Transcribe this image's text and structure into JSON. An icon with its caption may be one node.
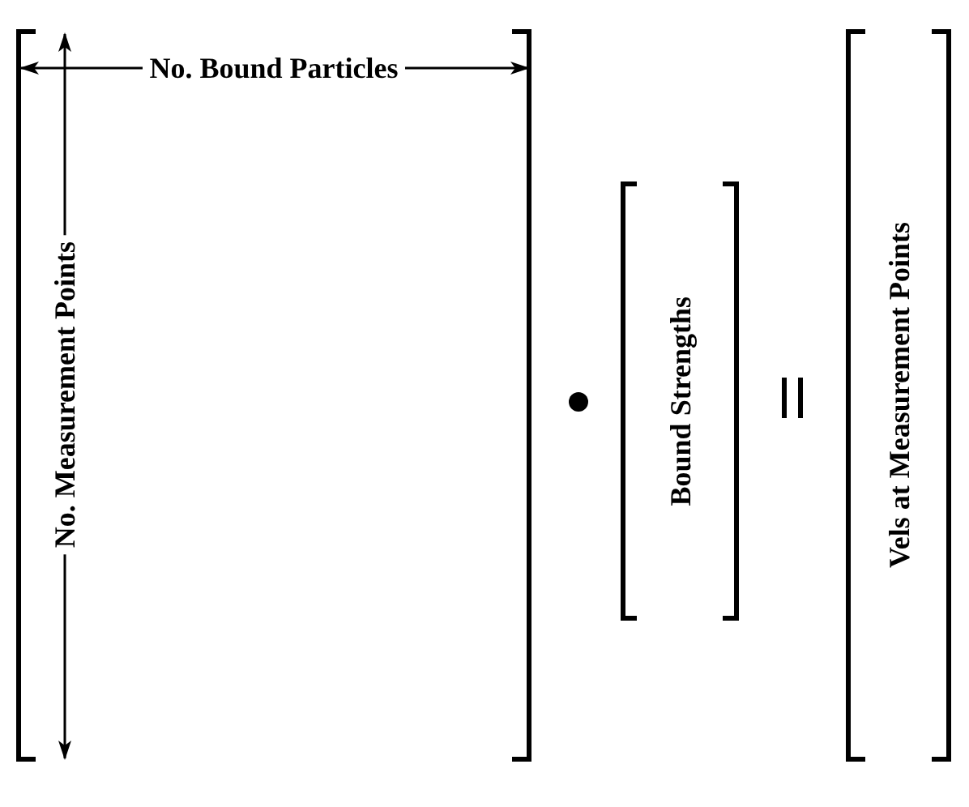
{
  "diagram": {
    "nodes": [
      {
        "text": [
          "No. Bound Particles",
          "No. Measurement Points"
        ]
      },
      {
        "text": [
          "Bound Strengths"
        ]
      },
      {
        "text": [
          "Vels at Measurement Points"
        ]
      }
    ]
  }
}
